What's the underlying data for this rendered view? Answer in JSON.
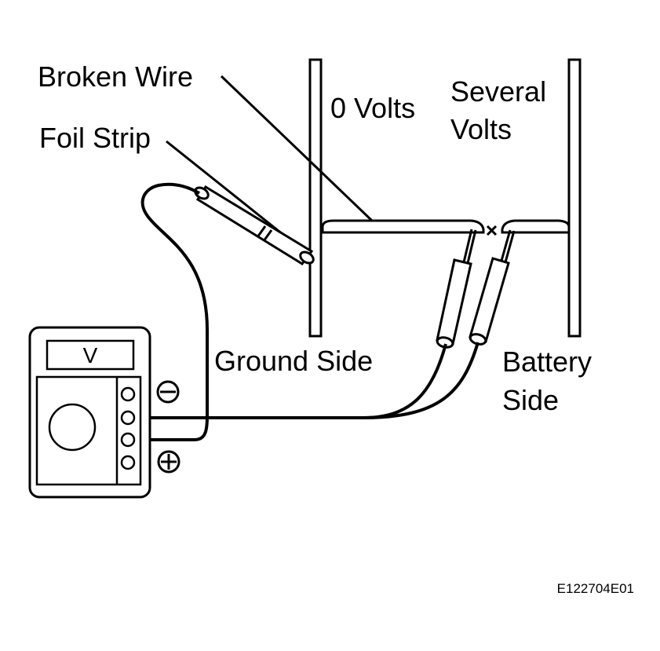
{
  "labels": {
    "broken_wire": "Broken Wire",
    "foil_strip": "Foil Strip",
    "zero_volts": "0 Volts",
    "several_volts_line1": "Several",
    "several_volts_line2": "Volts",
    "ground_side": "Ground Side",
    "battery_side_line1": "Battery",
    "battery_side_line2": "Side"
  },
  "meter": {
    "display": "V"
  },
  "figure_code": "E122704E01"
}
